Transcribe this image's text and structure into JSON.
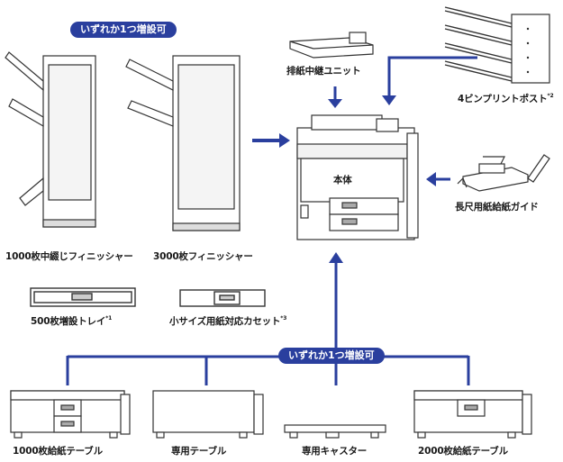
{
  "badges": {
    "top": "いずれか1つ増設可",
    "bottom": "いずれか1つ増設可"
  },
  "labels": {
    "finisher_1000": "1000枚中綴じフィニッシャー",
    "finisher_3000": "3000枚フィニッシャー",
    "exit_relay": "排紙中継ユニット",
    "mailbox": "4ビンプリントポスト",
    "mailbox_note": "*2",
    "main_body": "本体",
    "long_guide": "長尺用紙給紙ガイド",
    "tray_500": "500枚増設トレイ",
    "tray_500_note": "*1",
    "small_cassette": "小サイズ用紙対応カセット",
    "small_cassette_note": "*3",
    "table_1000": "1000枚給紙テーブル",
    "table_plain": "専用テーブル",
    "caster": "専用キャスター",
    "table_2000": "2000枚給紙テーブル"
  },
  "colors": {
    "accent": "#2a3f9e",
    "line": "#2a3f9e",
    "device_outline": "#333333",
    "text": "#1a1a1a"
  }
}
